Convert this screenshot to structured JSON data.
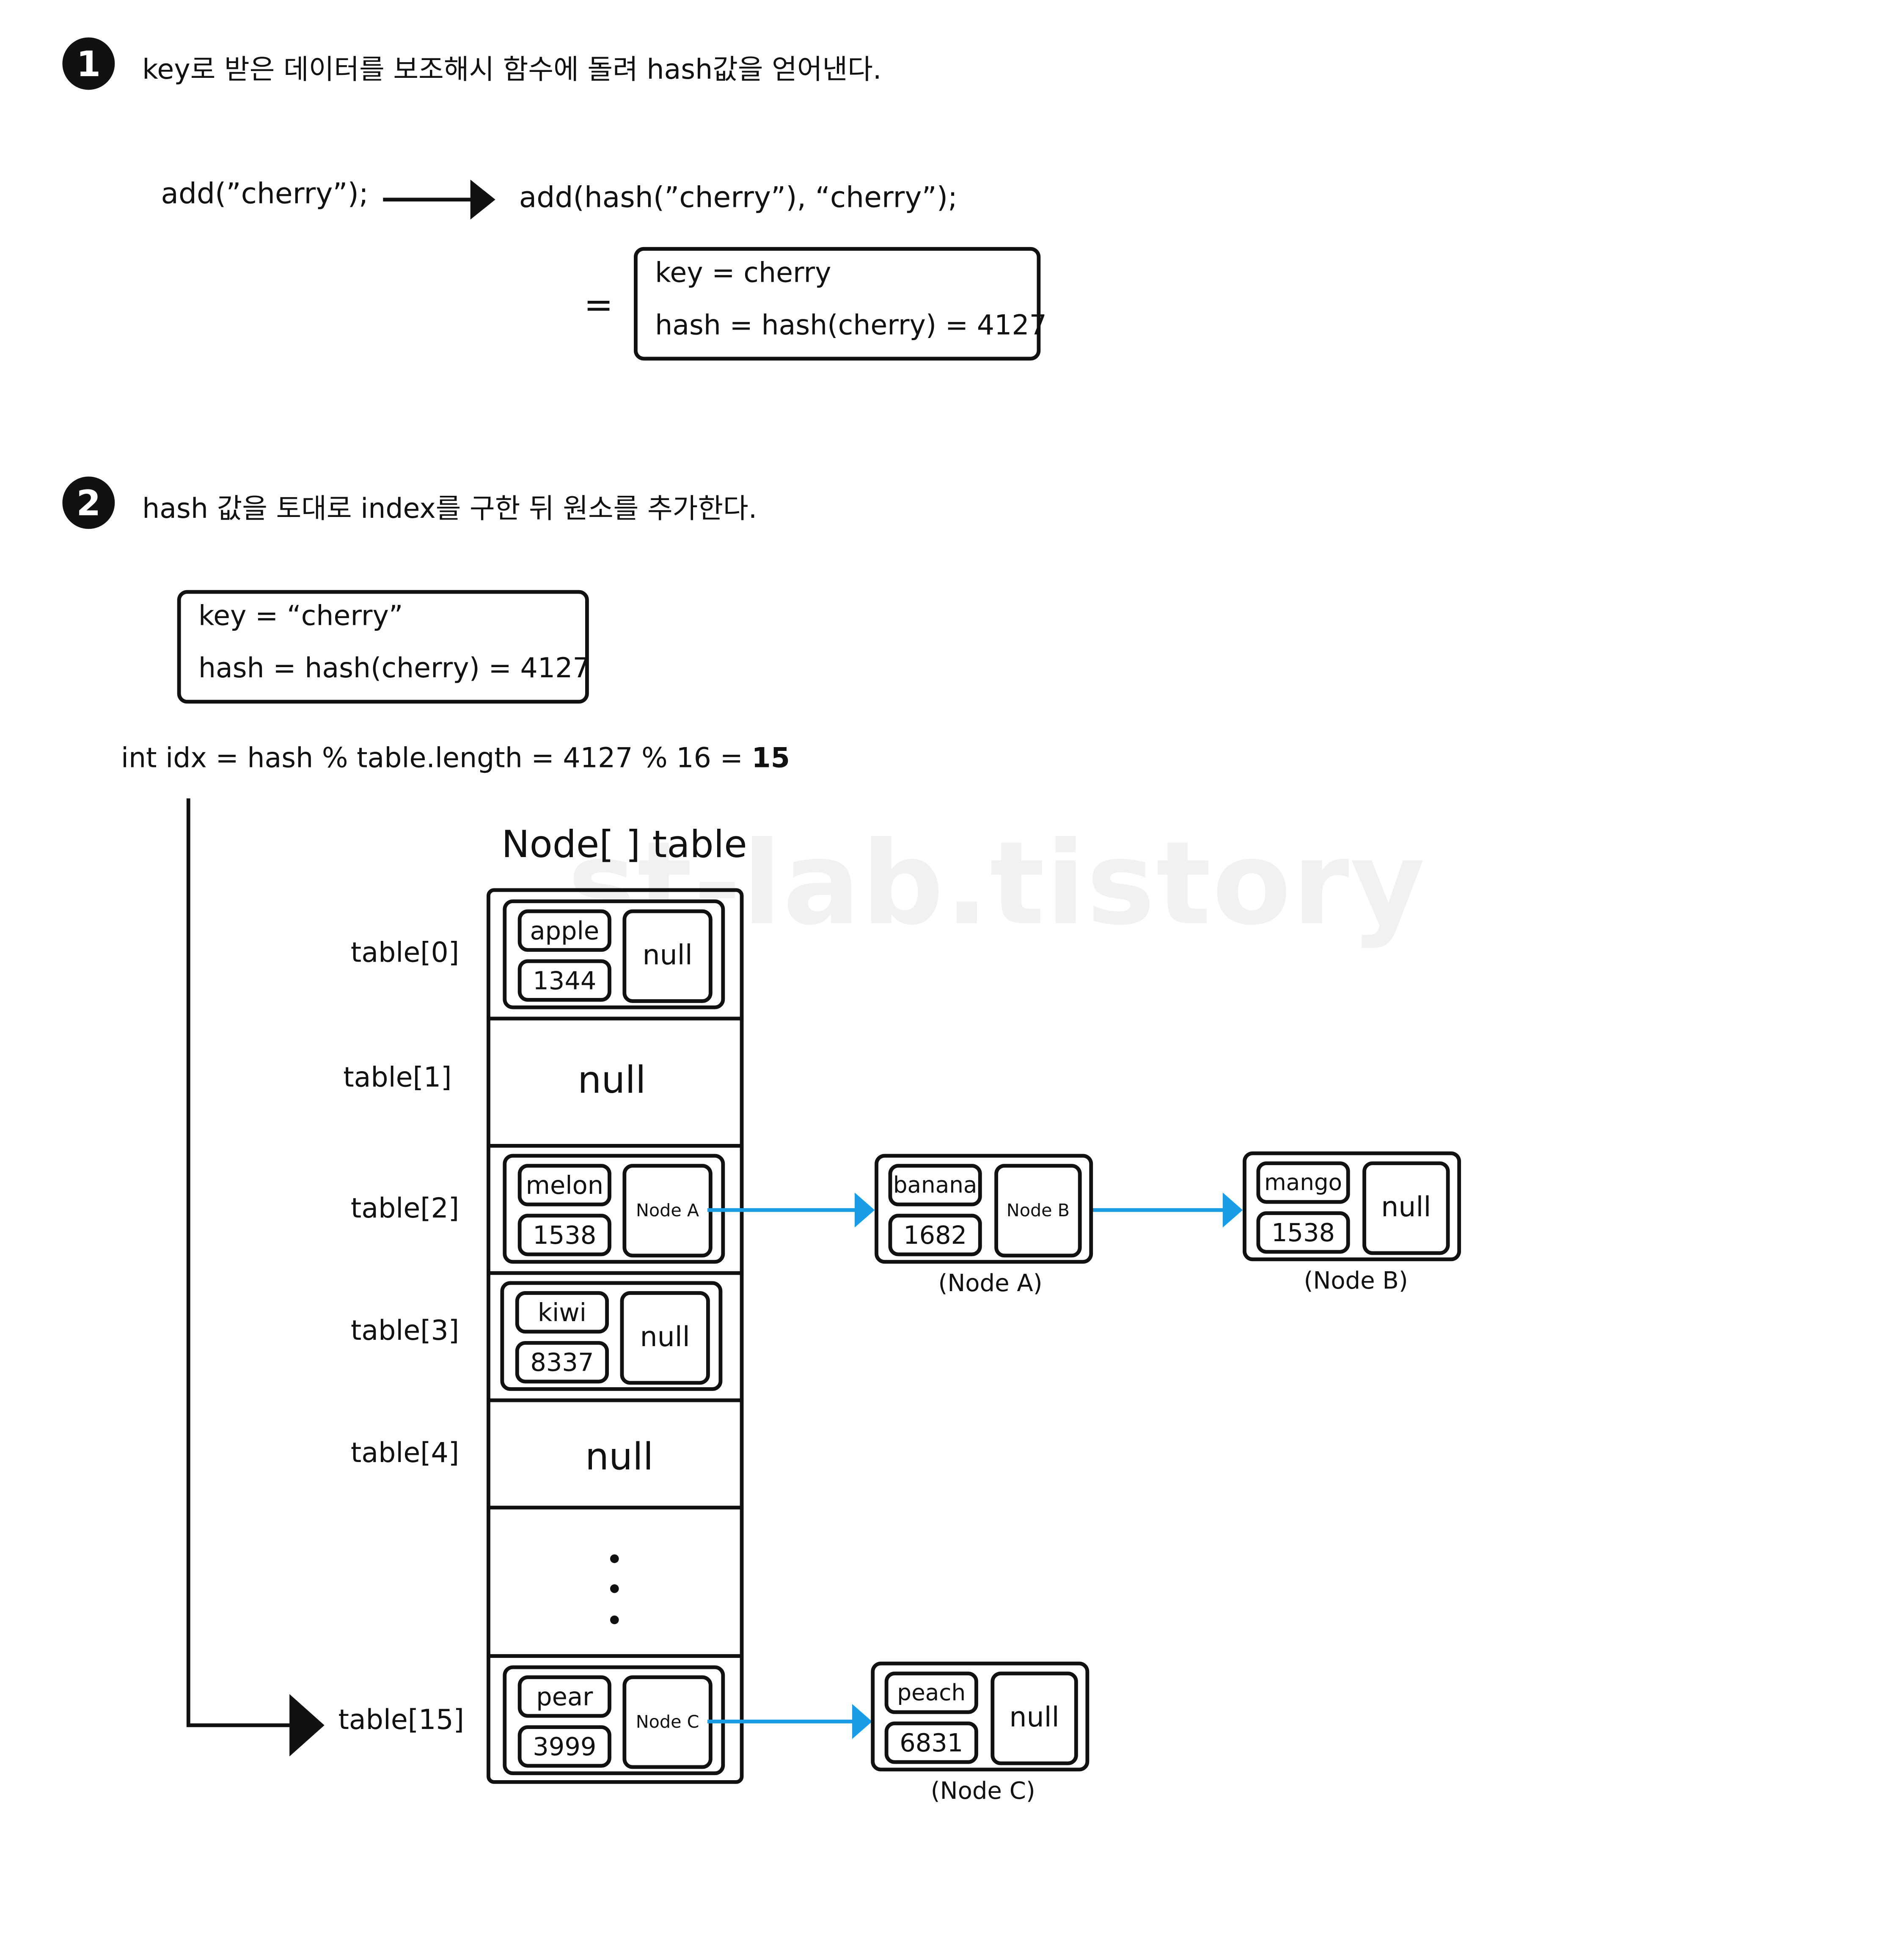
{
  "step1": {
    "badge": "1",
    "text": "key로 받은 데이터를 보조해시 함수에 돌려 hash값을 얻어낸다.",
    "call_before": "add(”cherry”);",
    "call_after": "add(hash(”cherry”), “cherry”);",
    "equals": "=",
    "box_line1": "key = cherry",
    "box_line2": "hash = hash(cherry) = 4127"
  },
  "step2": {
    "badge": "2",
    "text": "hash 값을 토대로 index를 구한 뒤 원소를 추가한다.",
    "box_line1": "key = “cherry”",
    "box_line2": "hash = hash(cherry) = 4127",
    "idx_expr": "int idx = hash % table.length = 4127 % 16 = ",
    "idx_result": "15"
  },
  "watermark": "st-lab.tistory",
  "table": {
    "title": "Node[ ] table",
    "labels": [
      "table[0]",
      "table[1]",
      "table[2]",
      "table[3]",
      "table[4]",
      "table[15]"
    ],
    "slot0": {
      "key": "apple",
      "hash": "1344",
      "next": "null"
    },
    "slot1": {
      "value": "null"
    },
    "slot2": {
      "key": "melon",
      "hash": "1538",
      "next": "Node A"
    },
    "slot3": {
      "key": "kiwi",
      "hash": "8337",
      "next": "null"
    },
    "slot4": {
      "value": "null"
    },
    "slot15": {
      "key": "pear",
      "hash": "3999",
      "next": "Node C"
    }
  },
  "nodes": {
    "nodeA": {
      "key": "banana",
      "hash": "1682",
      "next": "Node B",
      "caption": "(Node A)"
    },
    "nodeB": {
      "key": "mango",
      "hash": "1538",
      "next": "null",
      "caption": "(Node B)"
    },
    "nodeC": {
      "key": "peach",
      "hash": "6831",
      "next": "null",
      "caption": "(Node C)"
    }
  },
  "colors": {
    "ink": "#111111",
    "arrow_blue": "#1a9be6",
    "watermark": "#f1f1f1"
  }
}
